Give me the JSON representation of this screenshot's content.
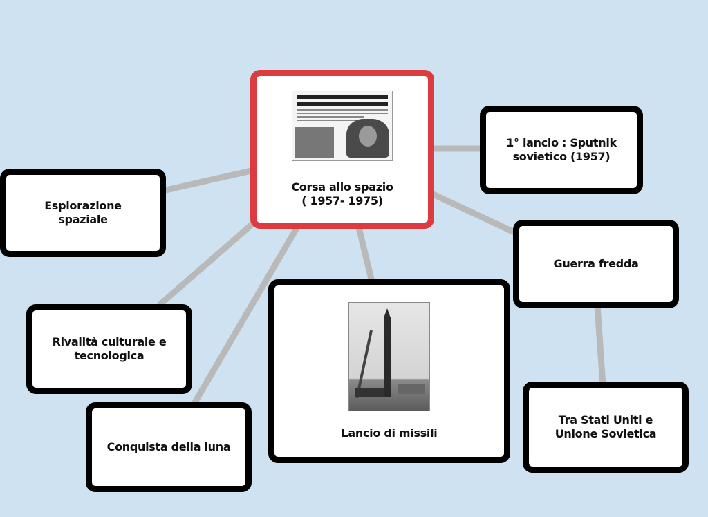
{
  "diagram": {
    "central": {
      "label": "Corsa allo spazio\n( 1957- 1975)",
      "image": "newspaper-gagarin-image"
    },
    "nodes": {
      "esplorazione": {
        "label": "Esplorazione\nspaziale"
      },
      "sputnik": {
        "label": "1° lancio : Sputnik\nsovietico (1957)"
      },
      "guerra": {
        "label": "Guerra fredda"
      },
      "rivalita": {
        "label": "Rivalità culturale e\ntecnologica"
      },
      "luna": {
        "label": "Conquista della luna"
      },
      "missili": {
        "label": "Lancio di missili",
        "image": "rocket-launch-image"
      },
      "stati": {
        "label": "Tra Stati Uniti e\nUnione Sovietica"
      }
    },
    "colors": {
      "background": "#cfe2f1",
      "connector": "#b9b9b9",
      "node_border": "#000000",
      "central_border": "#dc3c40"
    }
  }
}
